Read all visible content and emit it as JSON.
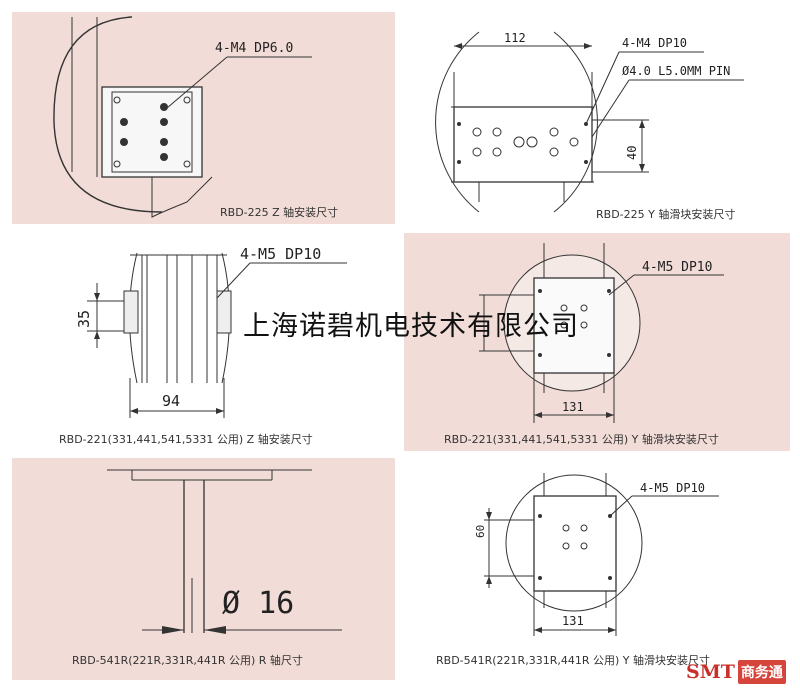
{
  "panels": [
    {
      "caption": "RBD-225 Z 轴安装尺寸",
      "dims": [
        "4-M4 DP6.0"
      ]
    },
    {
      "caption": "RBD-225 Y 轴滑块安装尺寸",
      "dims": [
        "112",
        "4-M4 DP10",
        "Ø4.0 L5.0MM PIN",
        "40"
      ]
    },
    {
      "caption": "RBD-221(331,441,541,5331 公用) Z 轴安装尺寸",
      "dims": [
        "4-M5 DP10",
        "35",
        "94"
      ]
    },
    {
      "caption": "RBD-221(331,441,541,5331 公用) Y 轴滑块安装尺寸",
      "dims": [
        "4-M5 DP10",
        "131"
      ]
    },
    {
      "caption": "RBD-541R(221R,331R,441R 公用) R 轴尺寸",
      "dims": [
        "Ø 16"
      ]
    },
    {
      "caption": "RBD-541R(221R,331R,441R 公用) Y 轴滑块安装尺寸",
      "dims": [
        "4-M5 DP10",
        "60",
        "131"
      ]
    }
  ],
  "watermark": "上海诺碧机电技术有限公司",
  "logo": {
    "text": "SMT",
    "cn": "商务通"
  },
  "colors": {
    "pink": "#f2dcd7",
    "line": "#333333"
  }
}
